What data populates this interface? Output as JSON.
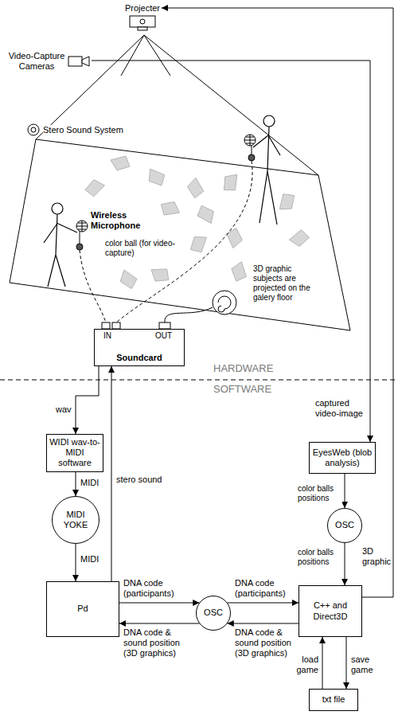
{
  "diagram": {
    "nodes": [
      {
        "text": [
          "Projecter"
        ]
      },
      {
        "text": [
          "Video-Capture Cameras"
        ]
      },
      {
        "text": [
          "Soundcard"
        ]
      },
      {
        "text": [
          "WIDI wav-to-MIDI software"
        ]
      },
      {
        "text": [
          "EyesWeb (blob analysis)"
        ]
      },
      {
        "text": [
          "MIDI YOKE"
        ]
      },
      {
        "text": [
          "OSC"
        ]
      },
      {
        "text": [
          "Pd"
        ]
      },
      {
        "text": [
          "OSC"
        ]
      },
      {
        "text": [
          "C++ and Direct3D"
        ]
      },
      {
        "text": [
          "txt file"
        ]
      }
    ],
    "edges": [
      {
        "from": 2,
        "to": 3,
        "label": "wav",
        "arrow": "to"
      },
      {
        "from": 3,
        "to": 5,
        "label": "MIDI",
        "arrow": "to"
      },
      {
        "from": 5,
        "to": 7,
        "label": "MIDI",
        "arrow": "to"
      },
      {
        "from": 7,
        "to": 2,
        "label": "stero sound",
        "arrow": "to"
      },
      {
        "from": 1,
        "to": 4,
        "label": "captured video-image",
        "arrow": "to"
      },
      {
        "from": 4,
        "to": 6,
        "label": "color balls positions",
        "arrow": "to"
      },
      {
        "from": 6,
        "to": 9,
        "label": "color balls positions",
        "arrow": "to"
      },
      {
        "from": 9,
        "to": 0,
        "label": "3D graphic",
        "arrow": "to"
      },
      {
        "from": 7,
        "to": 8,
        "label": "DNA code (participants)",
        "arrow": "to"
      },
      {
        "from": 8,
        "to": 7,
        "label": "DNA code & sound position (3D graphics)",
        "arrow": "to"
      },
      {
        "from": 8,
        "to": 9,
        "label": "DNA code (participants)",
        "arrow": "to"
      },
      {
        "from": 9,
        "to": 8,
        "label": "DNA code & sound position (3D graphics)",
        "arrow": "to"
      },
      {
        "from": 10,
        "to": 9,
        "label": "load game",
        "arrow": "to"
      },
      {
        "from": 9,
        "to": 10,
        "label": "save game",
        "arrow": "to"
      }
    ],
    "labels": [
      "Stero Sound System",
      "Wireless Microphone",
      "color ball (for video-capture)",
      "3D graphic subjects are projected on the galery floor",
      "IN",
      "OUT",
      "HARDWARE",
      "SOFTWARE"
    ]
  }
}
